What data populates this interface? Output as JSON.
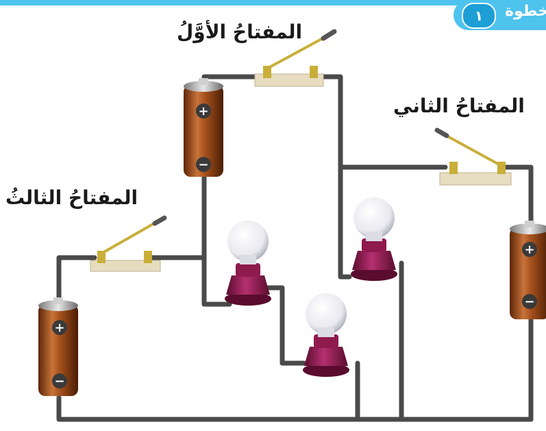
{
  "header": {
    "step_word": "خطوة",
    "step_number": "١"
  },
  "labels": {
    "switch_1": "المفتاحُ الأوَّلُ",
    "switch_2": "المفتاحُ الثاني",
    "switch_3": "المفتاحُ الثالثُ"
  },
  "battery_signs": {
    "plus": "+",
    "minus": "−"
  },
  "colors": {
    "header": "#4ec3ee",
    "wire": "#4a4a4a",
    "battery": "#a4501c",
    "bulb_base": "#8e1a4e",
    "switch_base": "#e6dcc0",
    "switch_lever": "#c9ae3a"
  }
}
